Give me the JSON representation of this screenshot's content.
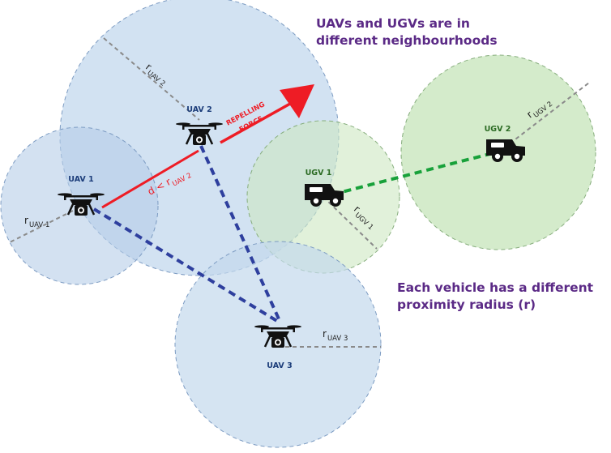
{
  "colors": {
    "uav_fill": "#c3d8ed",
    "uav_stroke": "#7c9bc2",
    "ugv_fill": "#cde8c2",
    "ugv_stroke": "#86ad7c",
    "uav_link": "#2e3f9e",
    "ugv_link": "#18a13a",
    "repel": "#ee1c25",
    "callout_text": "#5b2a86",
    "uav_label": "#1c3d7a",
    "ugv_label": "#2a6a22",
    "radius_line": "#8a8a8a",
    "vehicle": "#111111"
  },
  "callouts": {
    "neighbourhoods_line1": "UAVs and UGVs are in",
    "neighbourhoods_line2": "different neighbourhoods",
    "radius_line1": "Each vehicle has a different",
    "radius_line2": "proximity radius (r)"
  },
  "vehicles": {
    "uav1": {
      "label": "UAV 1",
      "radius_main": "r",
      "radius_sub": "UAV 1",
      "icon": "drone-icon"
    },
    "uav2": {
      "label": "UAV 2",
      "radius_main": "r",
      "radius_sub": "UAV 2",
      "icon": "drone-icon"
    },
    "uav3": {
      "label": "UAV 3",
      "radius_main": "r",
      "radius_sub": "UAV 3",
      "icon": "drone-icon"
    },
    "ugv1": {
      "label": "UGV 1",
      "radius_main": "r",
      "radius_sub": "UGV 1",
      "icon": "ground-vehicle-icon"
    },
    "ugv2": {
      "label": "UGV 2",
      "radius_main": "r",
      "radius_sub": "UGV 2",
      "icon": "ground-vehicle-icon"
    }
  },
  "repelling": {
    "force_line1": "REPELLING",
    "force_line2": "FORCE",
    "distance_main": "d < r",
    "distance_sub": "UAV 2"
  }
}
